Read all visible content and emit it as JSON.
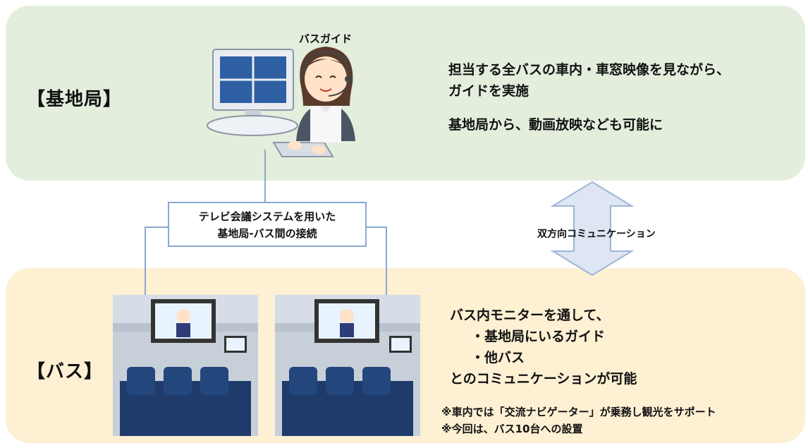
{
  "base_station": {
    "title": "【基地局】",
    "guide_label": "バスガイド",
    "description_line1": "担当する全バスの車内・車窓映像を見ながら、",
    "description_line2": "ガイドを実施",
    "description_line3": "基地局から、動画放映なども可能に"
  },
  "connection": {
    "line1": "テレビ会議システムを用いた",
    "line2": "基地局-バス間の接続"
  },
  "communication": {
    "label": "双方向コミュニケーション"
  },
  "bus": {
    "title": "【バス】",
    "desc_line1": "バス内モニターを通して、",
    "desc_item1": "・基地局にいるガイド",
    "desc_item2": "・他バス",
    "desc_line2": "とのコミュニケーションが可能",
    "note1": "※車内では「交流ナビゲーター」が乗務し観光をサポート",
    "note2": "※今回は、バス10台への設置"
  },
  "colors": {
    "base_bg": "#e3eedd",
    "bus_bg": "#fdf0d3",
    "connector": "#8aa9d0",
    "arrow_fill": "#dde6f2"
  }
}
